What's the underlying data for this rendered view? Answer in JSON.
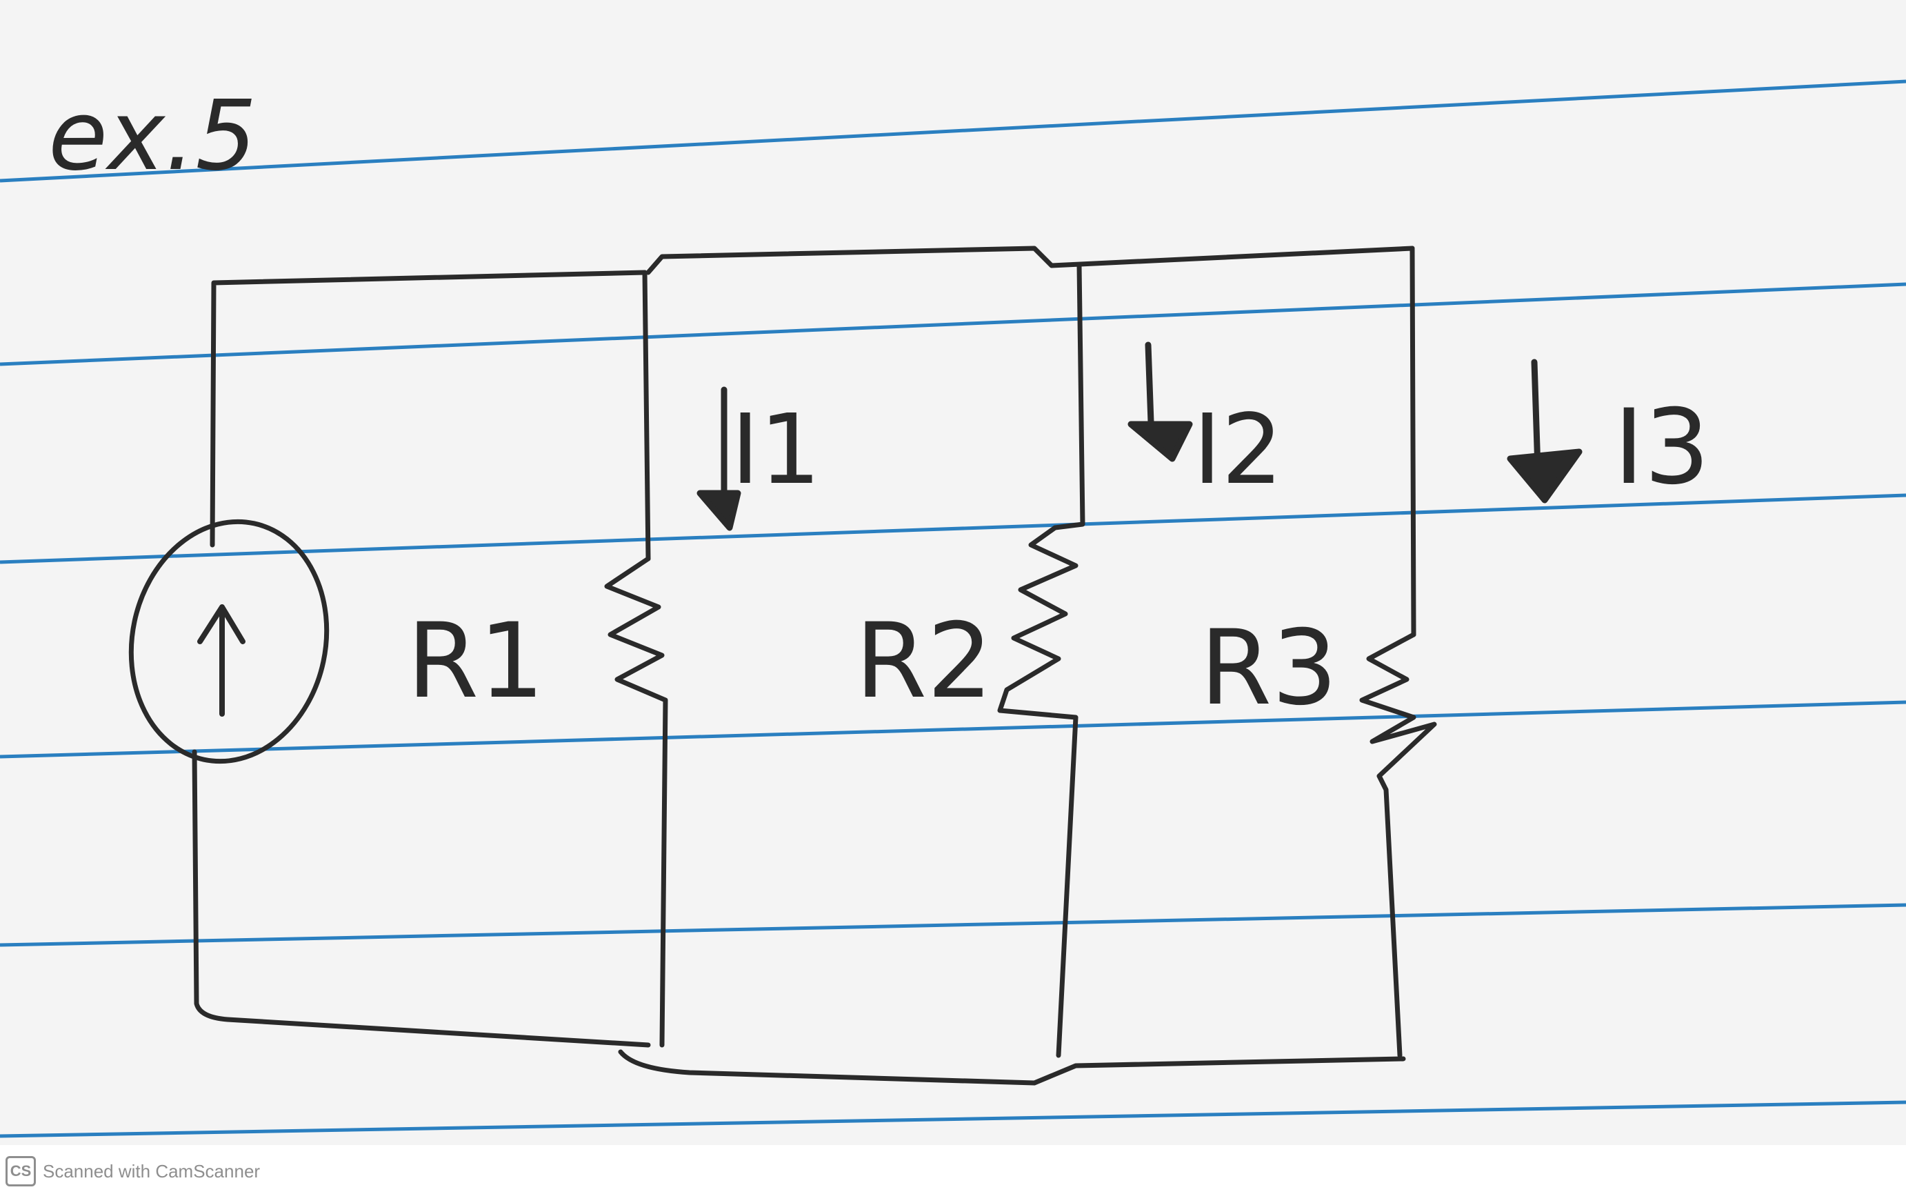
{
  "note": {
    "heading": "ex.5"
  },
  "circuit": {
    "resistor_labels": [
      "R1",
      "R2",
      "R3"
    ],
    "current_labels": [
      "I1",
      "I2",
      "I3"
    ]
  },
  "footer": {
    "logo_text": "CS",
    "scanner_text": "Scanned with CamScanner"
  },
  "colors": {
    "paper": "#f4f4f4",
    "rule_line": "#2a7fc0",
    "ink": "#2a2a2a",
    "footer_text": "#8e8e8e"
  }
}
